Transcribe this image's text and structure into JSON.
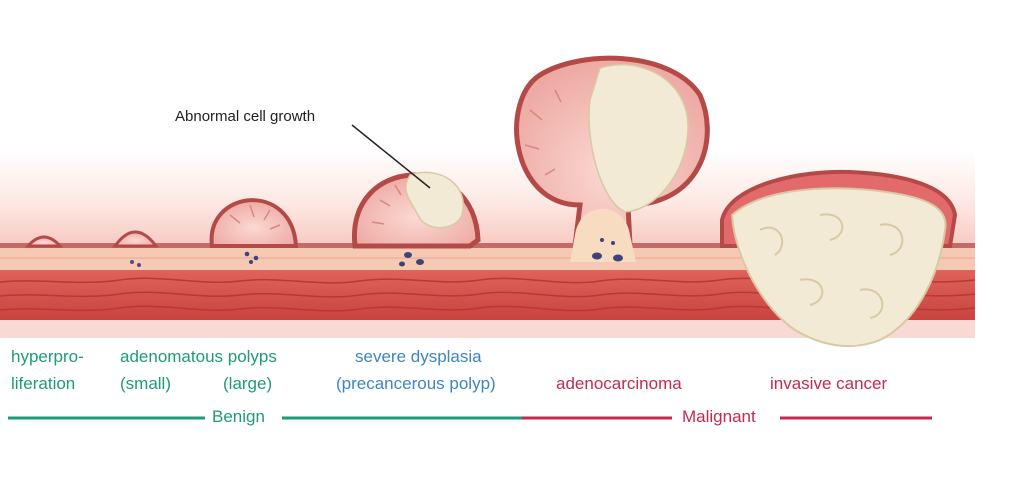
{
  "callout": {
    "text": "Abnormal cell growth"
  },
  "stages": [
    {
      "line1": "hyperpro-",
      "line2": "liferation",
      "color": "#1f9a78"
    },
    {
      "line1": "adenomatous polyps",
      "line2a": "(small)",
      "line2b": "(large)",
      "color": "#1f9a78"
    },
    {
      "line1": "severe dysplasia",
      "line2": "(precancerous polyp)",
      "color": "#3c86c2"
    },
    {
      "line1": "adenocarcinoma",
      "color": "#c42a4e"
    },
    {
      "line1": "invasive cancer",
      "color": "#c42a4e"
    }
  ],
  "categories": {
    "benign": {
      "label": "Benign",
      "color": "#1f9a78"
    },
    "malignant": {
      "label": "Malignant",
      "color": "#c42a4e"
    }
  },
  "colors": {
    "tissue_pink": "#f2b4b0",
    "muscle_red": "#d9534f",
    "tumor_cream": "#f4ecd8"
  }
}
